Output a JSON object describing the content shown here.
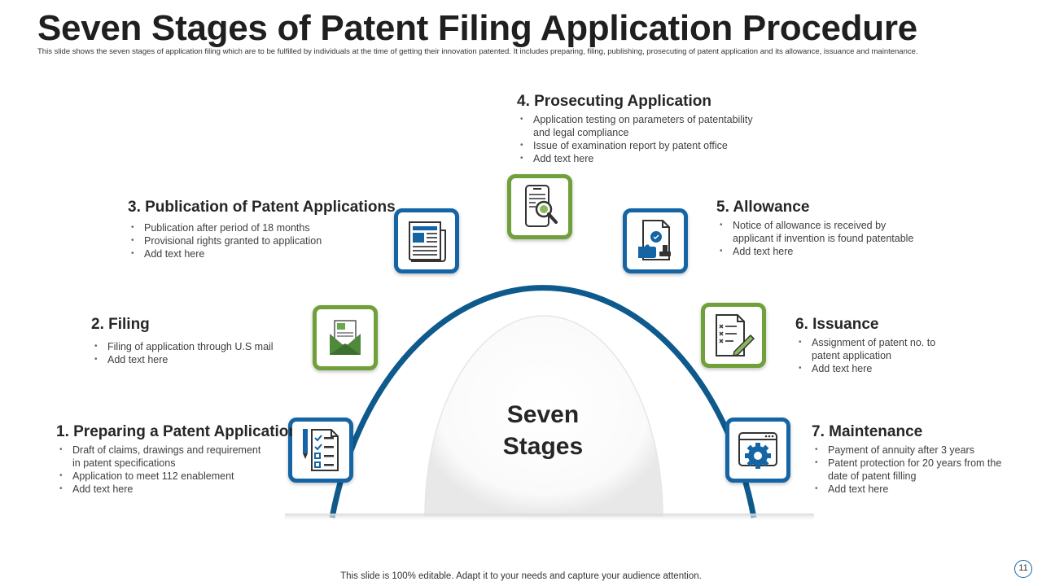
{
  "title": "Seven Stages of Patent Filing Application Procedure",
  "subtitle": "This slide shows the seven stages of application filing which are to be fulfilled by individuals at the time of getting their innovation patented. It includes preparing, filing, publishing, prosecuting of patent application and its allowance, issuance and maintenance.",
  "center": {
    "line1": "Seven",
    "line2": "Stages"
  },
  "stages": [
    {
      "title": "1. Preparing a Patent Application",
      "bullets": [
        "Draft of claims, drawings and requirement",
        "in patent specifications",
        "Application to meet 112 enablement",
        "Add text here"
      ],
      "icon": "checklist-icon"
    },
    {
      "title": "2. Filing",
      "bullets": [
        "Filing of application through U.S mail",
        "Add text here"
      ],
      "icon": "envelope-icon"
    },
    {
      "title": "3. Publication of Patent Applications",
      "bullets": [
        "Publication after period of 18 months",
        "Provisional  rights granted to application",
        "Add text here"
      ],
      "icon": "newspaper-icon"
    },
    {
      "title": "4. Prosecuting Application",
      "bullets": [
        "Application testing on parameters  of patentability",
        "and legal compliance",
        "Issue of examination report by patent office",
        "Add text here"
      ],
      "icon": "document-search-icon"
    },
    {
      "title": "5. Allowance",
      "bullets": [
        "Notice of allowance  is received  by",
        "applicant  if invention  is found  patentable",
        "Add text here"
      ],
      "icon": "approval-icon"
    },
    {
      "title": "6. Issuance",
      "bullets": [
        "Assignment of patent no. to",
        "patent application",
        "Add text here"
      ],
      "icon": "document-edit-icon"
    },
    {
      "title": "7. Maintenance",
      "bullets": [
        "Payment of annuity after 3 years",
        "Patent protection for 20 years from the",
        "date of patent filling",
        "Add text here"
      ],
      "icon": "gear-window-icon"
    }
  ],
  "footer": "This slide is 100% editable. Adapt it to your  needs and capture your audience attention.",
  "page_number": "11",
  "colors": {
    "blue": "#1565a5",
    "green": "#70a03a",
    "text": "#262626"
  }
}
